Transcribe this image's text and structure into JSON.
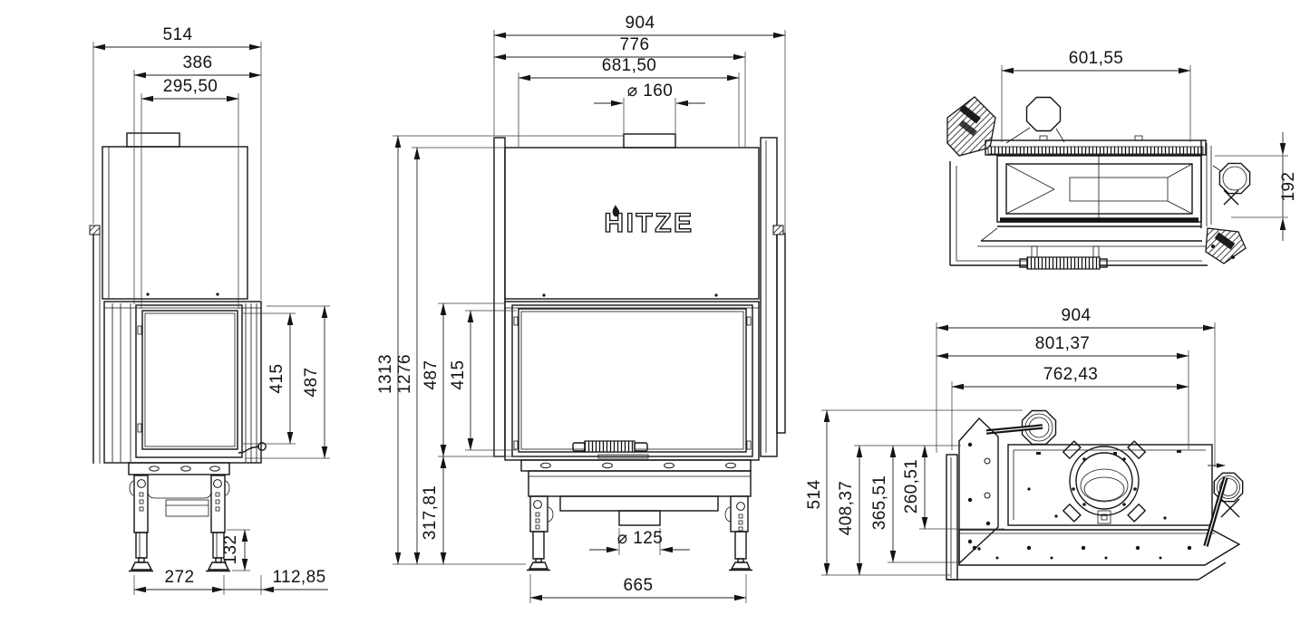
{
  "drawing": {
    "brand_logo": "HITZE",
    "views": {
      "side": {
        "dims": {
          "overall_depth": "514",
          "body_depth": "386",
          "flue_center_offset": "295,50",
          "glass_height": "415",
          "door_height": "487",
          "foot_height": "132",
          "leg_spacing": "272",
          "front_overhang": "112,85"
        }
      },
      "front": {
        "dims": {
          "overall_width": "904",
          "body_width": "776",
          "flue_center": "681,50",
          "flue_diameter": "⌀ 160",
          "overall_height": "1313",
          "body_height": "1276",
          "door_height": "487",
          "glass_height": "415",
          "base_height": "317,81",
          "air_inlet_diameter": "⌀ 125",
          "leg_spacing": "665"
        }
      },
      "glass_section": {
        "dims": {
          "glass_width": "601,55",
          "glass_depth": "192"
        }
      },
      "top": {
        "dims": {
          "overall_width": "904",
          "body_width": "801,37",
          "inner_width": "762,43",
          "overall_depth": "514",
          "body_depth": "408,37",
          "mid_depth": "365,51",
          "inner_depth": "260,51"
        }
      }
    }
  }
}
